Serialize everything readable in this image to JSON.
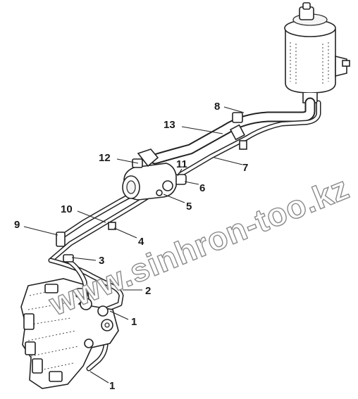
{
  "diagram": {
    "callouts": [
      {
        "id": "c8",
        "label": "8"
      },
      {
        "id": "c13",
        "label": "13"
      },
      {
        "id": "c12",
        "label": "12"
      },
      {
        "id": "c11",
        "label": "11"
      },
      {
        "id": "c7",
        "label": "7"
      },
      {
        "id": "c6",
        "label": "6"
      },
      {
        "id": "c5",
        "label": "5"
      },
      {
        "id": "c10",
        "label": "10"
      },
      {
        "id": "c9",
        "label": "9"
      },
      {
        "id": "c4",
        "label": "4"
      },
      {
        "id": "c3",
        "label": "3"
      },
      {
        "id": "c2",
        "label": "2"
      },
      {
        "id": "c1a",
        "label": "1"
      },
      {
        "id": "c1b",
        "label": "1"
      }
    ],
    "watermark": "www.sinhron-too.kz"
  }
}
